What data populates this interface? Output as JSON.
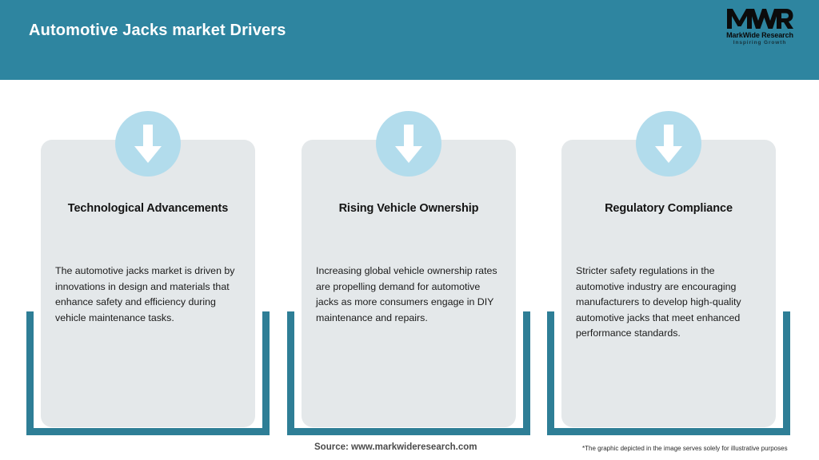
{
  "header": {
    "title": "Automotive Jacks market Drivers",
    "background_color": "#2e85a0",
    "title_color": "#ffffff"
  },
  "logo": {
    "mark": "MWR",
    "name": "MarkWide Research",
    "tagline": "Inspiring Growth"
  },
  "theme": {
    "accent_teal": "#2e7e96",
    "card_background": "#e4e8ea",
    "badge_blue": "#b2dcec",
    "page_background": "#ffffff"
  },
  "cards": [
    {
      "icon": "down-arrow-icon",
      "title": "Technological Advancements",
      "body": "The automotive jacks market is driven by innovations in design and materials that enhance safety and efficiency during vehicle maintenance tasks."
    },
    {
      "icon": "down-arrow-icon",
      "title": "Rising Vehicle Ownership",
      "body": "Increasing global vehicle ownership rates are propelling demand for automotive jacks as more consumers engage in DIY maintenance and repairs."
    },
    {
      "icon": "down-arrow-icon",
      "title": "Regulatory Compliance",
      "body": "Stricter safety regulations in the automotive industry are encouraging manufacturers to develop high-quality automotive jacks that meet enhanced performance standards."
    }
  ],
  "footer": {
    "source": "Source: www.markwideresearch.com",
    "disclaimer": "*The graphic depicted in the image serves solely for illustrative purposes"
  }
}
